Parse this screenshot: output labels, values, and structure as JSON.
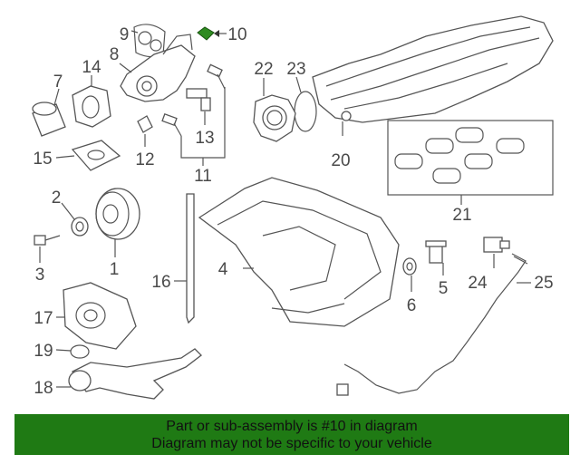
{
  "diagram": {
    "highlight_color": "#2e8b20",
    "callouts": [
      "1",
      "2",
      "3",
      "4",
      "5",
      "6",
      "7",
      "8",
      "9",
      "10",
      "11",
      "12",
      "13",
      "14",
      "15",
      "16",
      "17",
      "18",
      "19",
      "20",
      "21",
      "22",
      "23",
      "24",
      "25"
    ]
  },
  "footer": {
    "line1": "Part or sub-assembly is #10 in diagram",
    "line2": "Diagram may not be specific to your vehicle",
    "background": "#1f7a14"
  }
}
